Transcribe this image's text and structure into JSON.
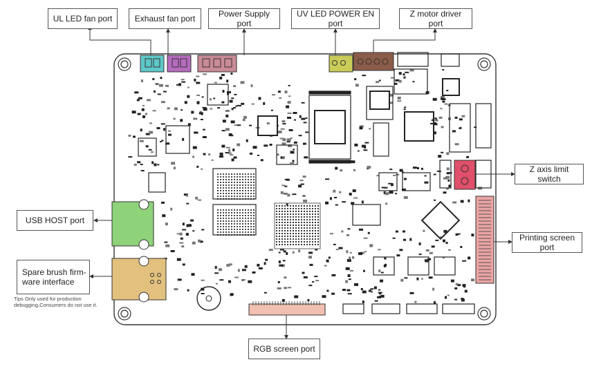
{
  "labels": {
    "ul_led_fan": "UL LED fan port",
    "exhaust_fan": "Exhaust fan port",
    "power_supply": "Power Supply port",
    "uv_led_power_en": "UV LED POWER EN port",
    "z_motor_driver": "Z motor driver port",
    "z_axis_limit": "Z axis limit switch",
    "usb_host": "USB HOST port",
    "printing_screen": "Printing screen port",
    "spare_brush": "Spare brush firm-\nware interface",
    "rgb_screen": "RGB screen port",
    "tips": "Tips Only used for production debugging,Consumers do not use it."
  },
  "colors": {
    "ul_led_fan": "#5fc7c9",
    "exhaust_fan": "#b66bbd",
    "power_supply": "#c98b97",
    "uv_led_power_en": "#c9cc58",
    "z_motor_driver": "#8b5c49",
    "z_axis_limit": "#e0506a",
    "usb_host": "#8ed27a",
    "printing_screen": "#eba3a3",
    "spare_brush": "#e2c07d",
    "rgb_screen": "#f1c0b1"
  }
}
